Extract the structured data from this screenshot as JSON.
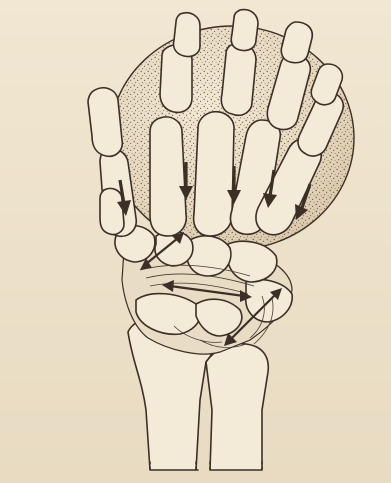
{
  "figure": {
    "subject": "hand-grasping-sphere-wrist-diagram",
    "colors": {
      "paper": "#efe3cc",
      "ink": "#3b2f26",
      "bone_fill": "#f3ead8",
      "sphere_stipple": "#5a4a3e"
    },
    "arrows": {
      "metacarpal_downward_count": 5,
      "carpal_double_headed_count": 3
    }
  }
}
